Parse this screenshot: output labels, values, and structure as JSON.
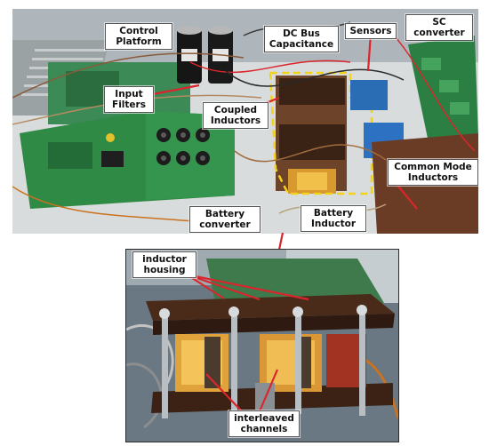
{
  "top_photo_labels": {
    "control_platform": "Control\nPlatform",
    "dc_bus_capacitance": "DC Bus\nCapacitance",
    "sensors": "Sensors",
    "sc_converter": "SC\nconverter",
    "input_filters": "Input\nFilters",
    "coupled_inductors": "Coupled\nInductors",
    "common_mode_inductors": "Common Mode\nInductors",
    "battery_converter": "Battery\nconverter",
    "battery_inductor": "Battery\nInductor"
  },
  "bottom_photo_labels": {
    "inductor_housing": "inductor\nhousing",
    "interleaved_channels": "interleaved\nchannels"
  },
  "colors": {
    "pcb_green": "#2f8a45",
    "highlight_yellow": "#f2d21b",
    "arrow_red": "#d9262c",
    "cable_orange": "#c9731f"
  }
}
